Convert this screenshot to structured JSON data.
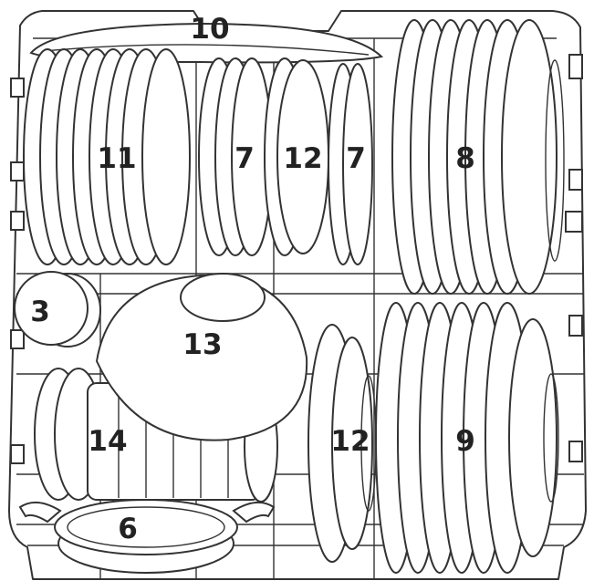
{
  "colors": {
    "line": "#333333",
    "fill": "#ffffff",
    "label": "#222222"
  },
  "labels": {
    "n3": "3",
    "n6": "6",
    "n7a": "7",
    "n7b": "7",
    "n8": "8",
    "n9": "9",
    "n10": "10",
    "n11": "11",
    "n12a": "12",
    "n12b": "12",
    "n13": "13",
    "n14": "14"
  }
}
